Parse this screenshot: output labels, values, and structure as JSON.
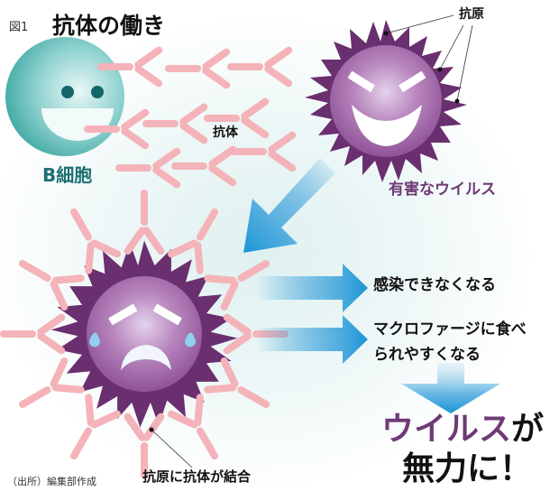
{
  "figure": {
    "number": "図1",
    "title": "抗体の働き",
    "source": "（出所）編集部作成"
  },
  "labels": {
    "antigen": "抗原",
    "antibody": "抗体",
    "b_cell": "B細胞",
    "harmful_virus": "有害なウイルス",
    "antigen_antibody_binding": "抗原に抗体が結合"
  },
  "effects": [
    {
      "text": "感染できなくなる"
    },
    {
      "line1": "マクロファージに食べ",
      "line2": "られやすくなる"
    }
  ],
  "result": {
    "highlight": "ウイルス",
    "suffix": "が",
    "line2": "無力に！"
  },
  "icons": {
    "b_cell": "smiling-face-cell",
    "virus_happy": "grinning-spiky-virus",
    "virus_sad": "crying-spiky-virus",
    "antibody": "y-shaped-antibody",
    "arrow": "blue-gradient-arrow"
  },
  "colors": {
    "b_cell": "#5cbcb8",
    "b_cell_text": "#1e6f73",
    "virus_body": "#9a5fa0",
    "virus_spikes": "#6a2f6e",
    "virus_text": "#6e3a75",
    "antibody": "#f4b3b8",
    "arrow": "#1b95d6",
    "tear": "#8fd0ef"
  }
}
